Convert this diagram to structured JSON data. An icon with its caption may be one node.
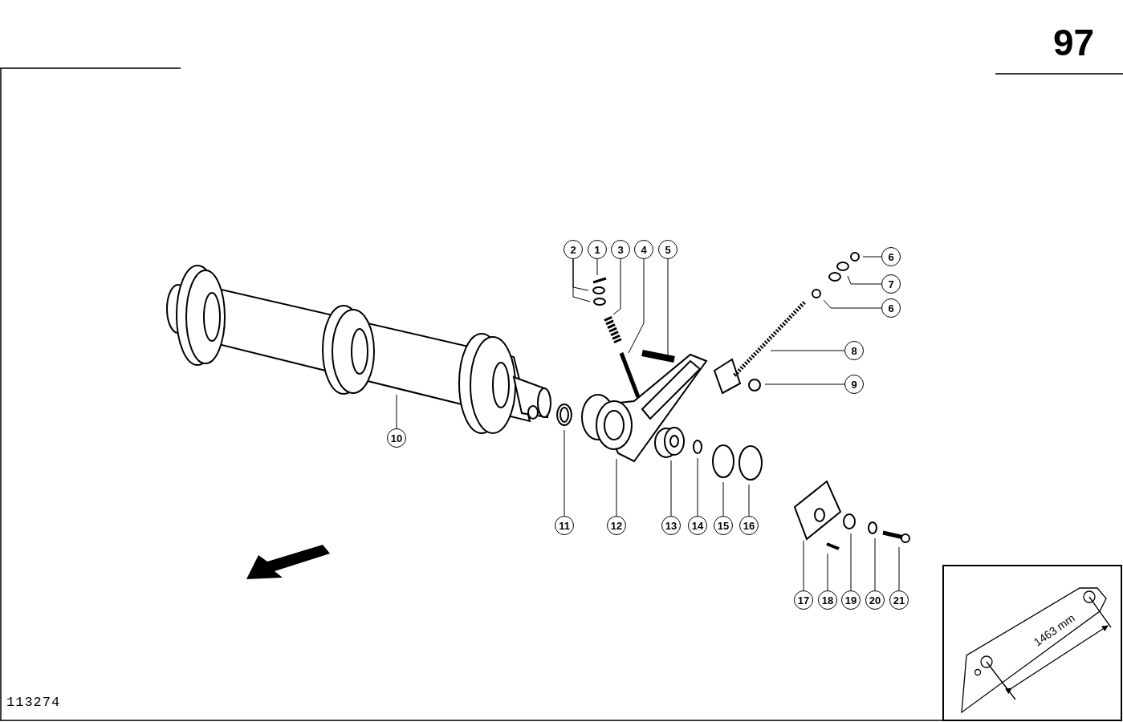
{
  "diagram": {
    "nodes": [
      {
        "text": [
          "2"
        ]
      },
      {
        "text": [
          "1"
        ]
      },
      {
        "text": [
          "3"
        ]
      },
      {
        "text": [
          "4"
        ]
      },
      {
        "text": [
          "5"
        ]
      },
      {
        "text": [
          "6"
        ]
      },
      {
        "text": [
          "7"
        ]
      },
      {
        "text": [
          "6"
        ]
      },
      {
        "text": [
          "8"
        ]
      },
      {
        "text": [
          "9"
        ]
      },
      {
        "text": [
          "10"
        ]
      },
      {
        "text": [
          "11"
        ]
      },
      {
        "text": [
          "12"
        ]
      },
      {
        "text": [
          "13"
        ]
      },
      {
        "text": [
          "14"
        ]
      },
      {
        "text": [
          "15"
        ]
      },
      {
        "text": [
          "16"
        ]
      },
      {
        "text": [
          "17"
        ]
      },
      {
        "text": [
          "18"
        ]
      },
      {
        "text": [
          "19"
        ]
      },
      {
        "text": [
          "20"
        ]
      },
      {
        "text": [
          "21"
        ]
      }
    ],
    "edges": [
      {
        "from": 0,
        "to": null,
        "arrow": "none"
      },
      {
        "from": 0,
        "to": null,
        "arrow": "none"
      },
      {
        "from": 1,
        "to": null,
        "arrow": "none"
      },
      {
        "from": 2,
        "to": null,
        "arrow": "none"
      },
      {
        "from": 3,
        "to": null,
        "arrow": "none"
      },
      {
        "from": 4,
        "to": null,
        "arrow": "none"
      },
      {
        "from": 5,
        "to": null,
        "arrow": "none"
      },
      {
        "from": 6,
        "to": null,
        "arrow": "none"
      },
      {
        "from": 7,
        "to": null,
        "arrow": "none"
      },
      {
        "from": 8,
        "to": null,
        "arrow": "none"
      },
      {
        "from": 9,
        "to": null,
        "arrow": "none"
      },
      {
        "from": 10,
        "to": null,
        "arrow": "none"
      },
      {
        "from": 11,
        "to": null,
        "arrow": "none"
      },
      {
        "from": 12,
        "to": null,
        "arrow": "none"
      },
      {
        "from": 13,
        "to": null,
        "arrow": "none"
      },
      {
        "from": 14,
        "to": null,
        "arrow": "none"
      },
      {
        "from": 15,
        "to": null,
        "arrow": "none"
      },
      {
        "from": 16,
        "to": null,
        "arrow": "none"
      },
      {
        "from": 17,
        "to": null,
        "arrow": "none"
      },
      {
        "from": 18,
        "to": null,
        "arrow": "none"
      },
      {
        "from": 19,
        "to": null,
        "arrow": "none"
      },
      {
        "from": 20,
        "to": null,
        "arrow": "none"
      },
      {
        "from": 21,
        "to": null,
        "arrow": "none"
      }
    ],
    "labels": [
      "97",
      "1463 mm",
      "113274"
    ]
  }
}
